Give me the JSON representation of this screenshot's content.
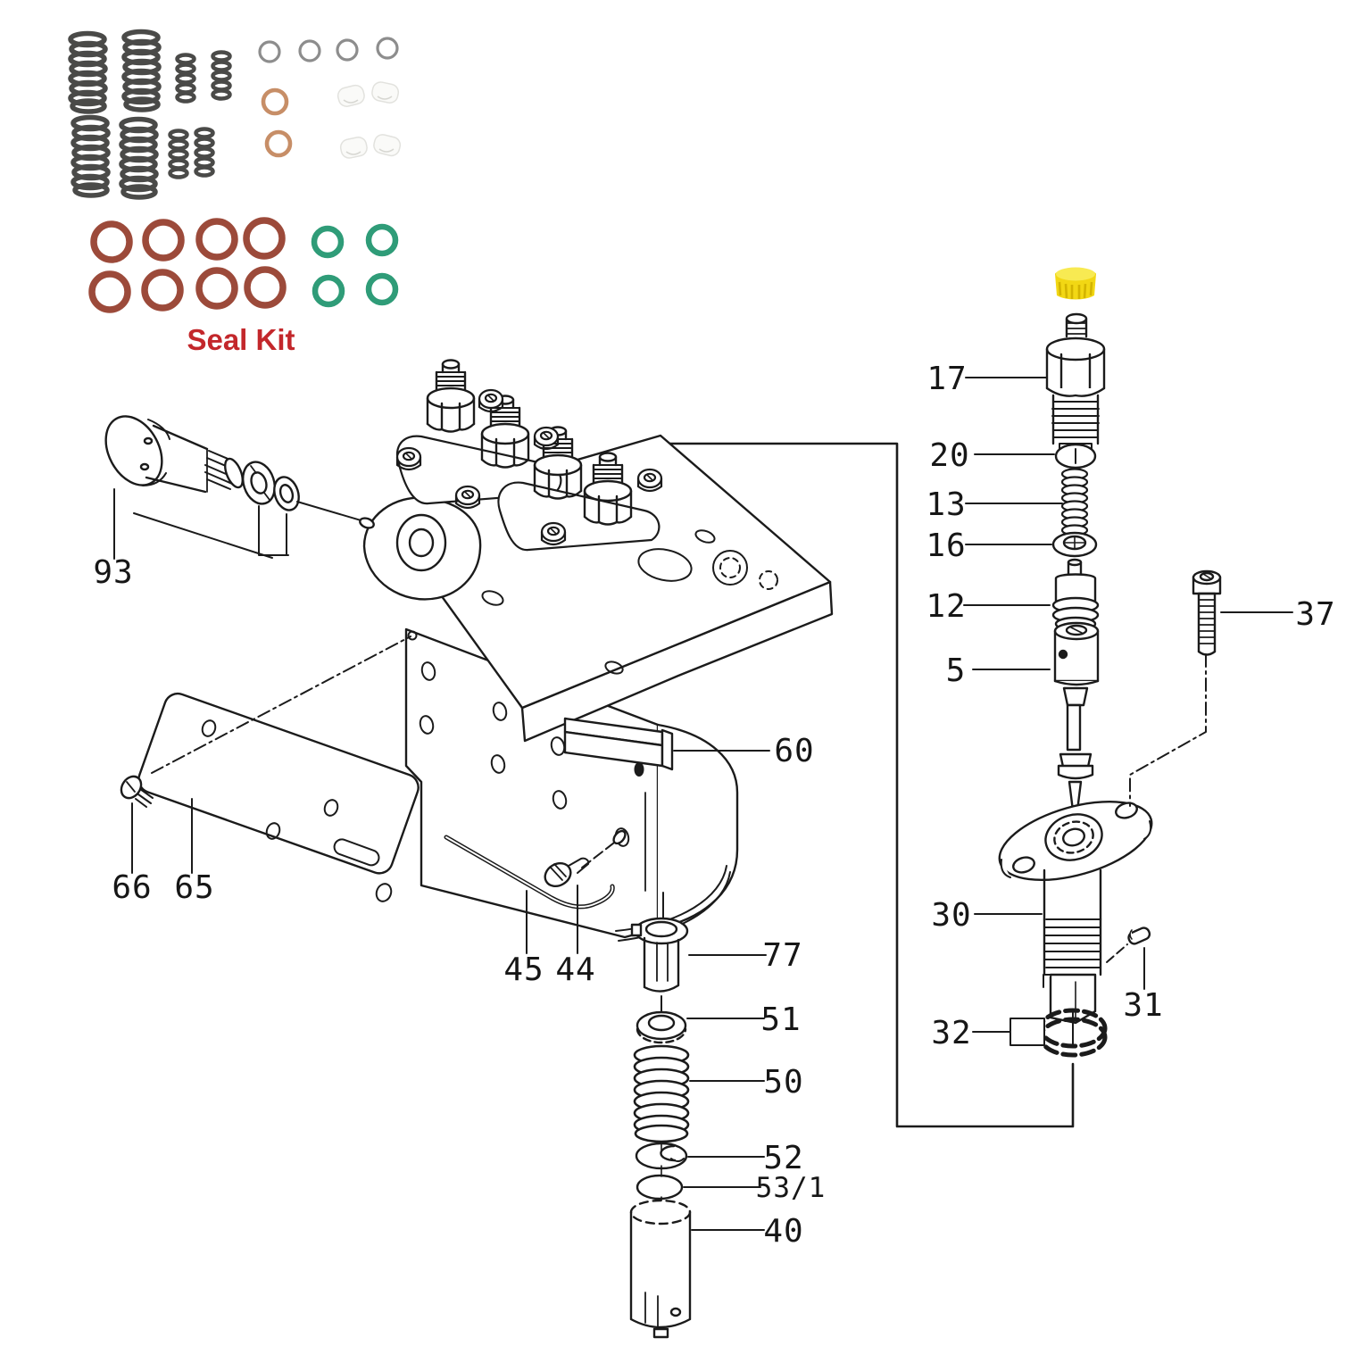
{
  "line_color": "#1b1b1b",
  "seal_kit": {
    "label": "Seal Kit",
    "label_color": "#c3272b",
    "colors": {
      "spring": "#4a4a48",
      "oring_gray": "#8d8d8d",
      "oring_copper": "#c78e67",
      "oring_red": "#9c4a3a",
      "oring_green": "#2f9c78",
      "nylon_fill": "#fafaf8",
      "nylon_edge": "#e2e2de"
    }
  },
  "injector": {
    "cap_color": "#f2d714",
    "cap_top_color": "#f8ea52",
    "cap_stripe_color": "#d3b400"
  },
  "labels": {
    "p93": "93",
    "p66": "66",
    "p65": "65",
    "p45": "45",
    "p44": "44",
    "p60": "60",
    "p77": "77",
    "p51": "51",
    "p50": "50",
    "p52": "52",
    "p53_1": "53/1",
    "p40": "40",
    "p17": "17",
    "p20": "20",
    "p13": "13",
    "p16": "16",
    "p12": "12",
    "p5": "5",
    "p37": "37",
    "p30": "30",
    "p31": "31",
    "p32": "32"
  }
}
